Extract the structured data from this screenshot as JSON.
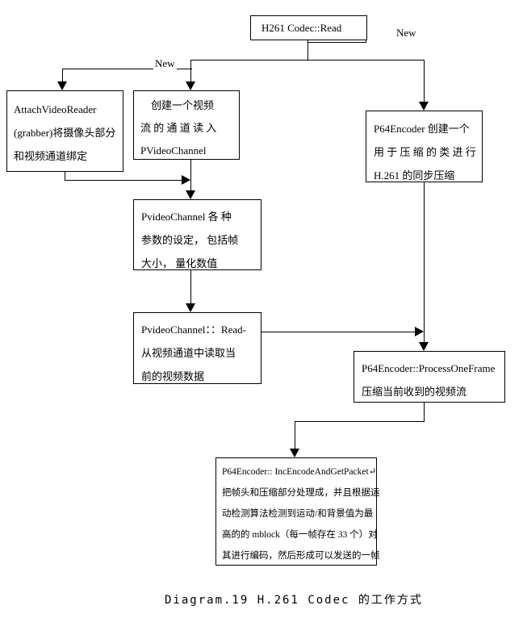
{
  "caption": "Diagram.19 H.261 Codec 的工作方式",
  "labels": {
    "new_left": "New",
    "new_right": "New"
  },
  "colors": {
    "line": "#000000",
    "background": "#ffffff",
    "text": "#000000"
  },
  "nodes": {
    "h261_read": {
      "lines": [
        "H261 Codec::Read"
      ]
    },
    "attach_video_reader": {
      "lines": [
        "AttachVideoReader",
        "(grabber)将摄像头部分",
        "和视频通道绑定"
      ]
    },
    "create_channel": {
      "lines": [
        "　创建一个视频",
        "流 的 通 道 读 入",
        "PVideoChannel"
      ]
    },
    "p64_encoder": {
      "lines": [
        "P64Encoder 创建一个",
        "用 于 压 缩 的 类 进 行",
        "H.261 的同步压缩"
      ]
    },
    "channel_params": {
      "lines": [
        "PvideoChannel 各 种",
        "参数的设定， 包括帧",
        "大小， 量化数值"
      ]
    },
    "channel_read": {
      "lines": [
        "PvideoChannel：：Read-",
        "从视频通道中读取当",
        "前的视频数据"
      ]
    },
    "process_one_frame": {
      "lines": [
        "P64Encoder::ProcessOneFrame",
        "压缩当前收到的视频流"
      ]
    },
    "inc_encode": {
      "lines": [
        "P64Encoder:: IncEncodeAndGetPacket↵",
        "把帧头和压缩部分处理成，并且根据运",
        "动检测算法检测到运动/和背景值为最",
        "高的的 mblock（每一帧存在 33 个）对",
        "其进行编码，然后形成可以发送的一帧"
      ]
    }
  }
}
